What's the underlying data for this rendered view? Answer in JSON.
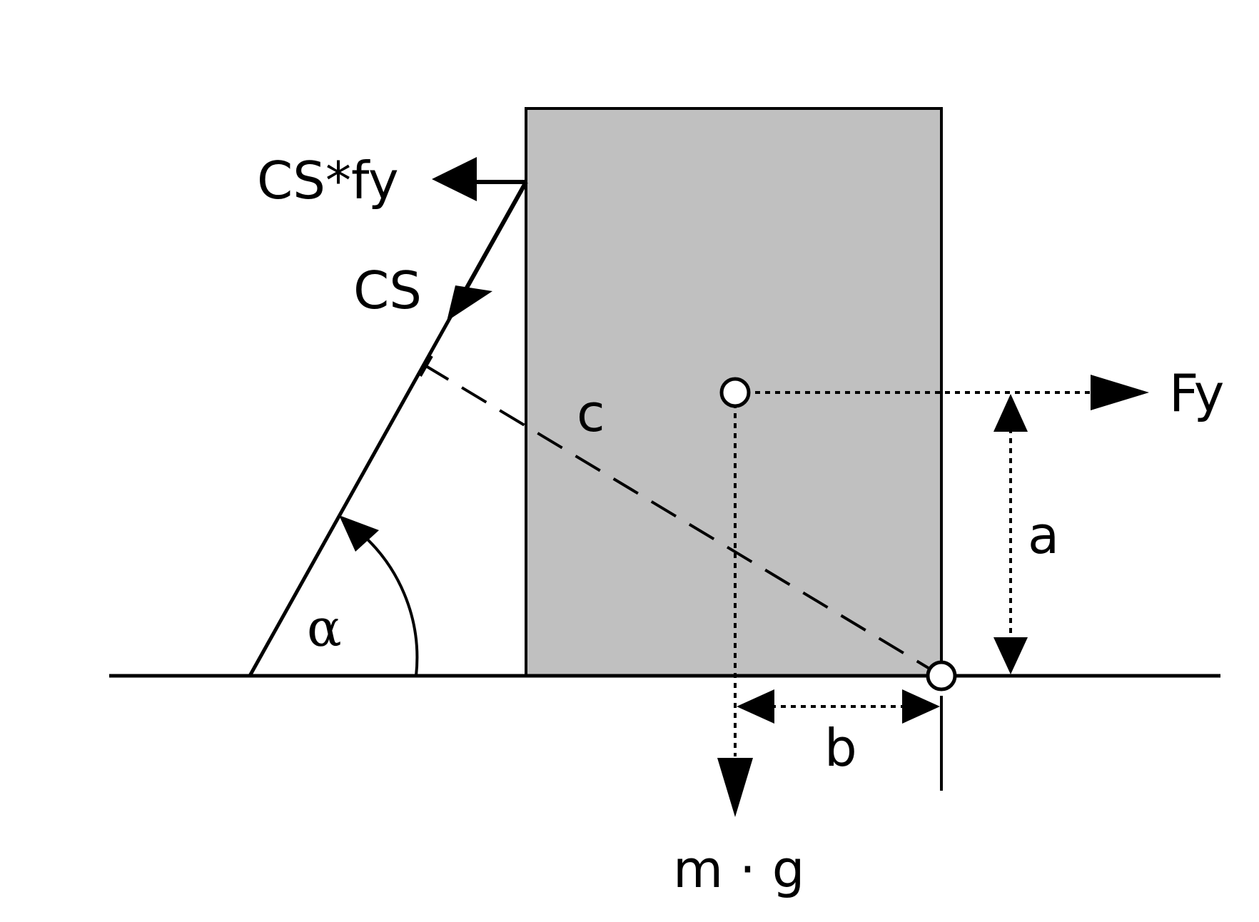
{
  "labels": {
    "cs_fy": "CS*fy",
    "cs": "CS",
    "c": "c",
    "fy": "Fy",
    "a": "a",
    "alpha": "α",
    "b": "b",
    "mg": "m · g"
  },
  "colors": {
    "block_fill": "#c0c0c0",
    "stroke": "#000000",
    "background": "#ffffff"
  }
}
